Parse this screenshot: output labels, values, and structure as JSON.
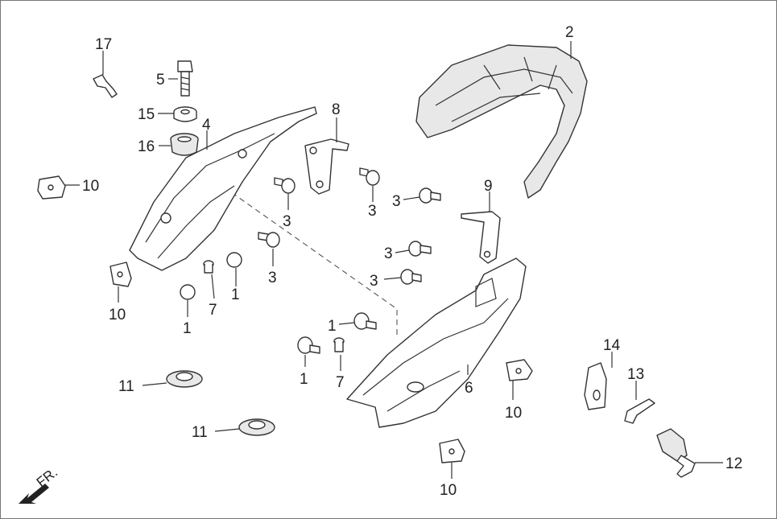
{
  "callouts": {
    "c1a": "1",
    "c1b": "1",
    "c1c": "1",
    "c1d": "1",
    "c2": "2",
    "c3a": "3",
    "c3b": "3",
    "c3c": "3",
    "c3d": "3",
    "c3e": "3",
    "c3f": "3",
    "c4": "4",
    "c5": "5",
    "c6": "6",
    "c7a": "7",
    "c7b": "7",
    "c8": "8",
    "c9": "9",
    "c10a": "10",
    "c10b": "10",
    "c10c": "10",
    "c10d": "10",
    "c11a": "11",
    "c11b": "11",
    "c12": "12",
    "c13": "13",
    "c14": "14",
    "c15": "15",
    "c16": "16",
    "c17": "17"
  },
  "direction_label": "FR.",
  "colors": {
    "line": "#333333",
    "background": "#ffffff"
  }
}
